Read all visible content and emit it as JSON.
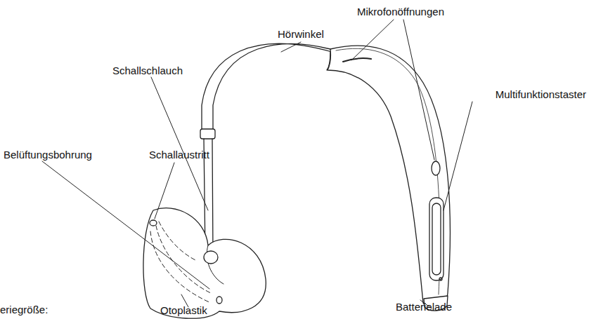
{
  "diagram": {
    "labels": [
      "Mikrofonöffnungen",
      "Hörwinkel",
      "Schallschlauch",
      "Multifunktionstaster",
      "Belüftungsbohrung",
      "Schallaustritt",
      "eriegröße:",
      "Otoplastik",
      "Batterielade"
    ]
  }
}
